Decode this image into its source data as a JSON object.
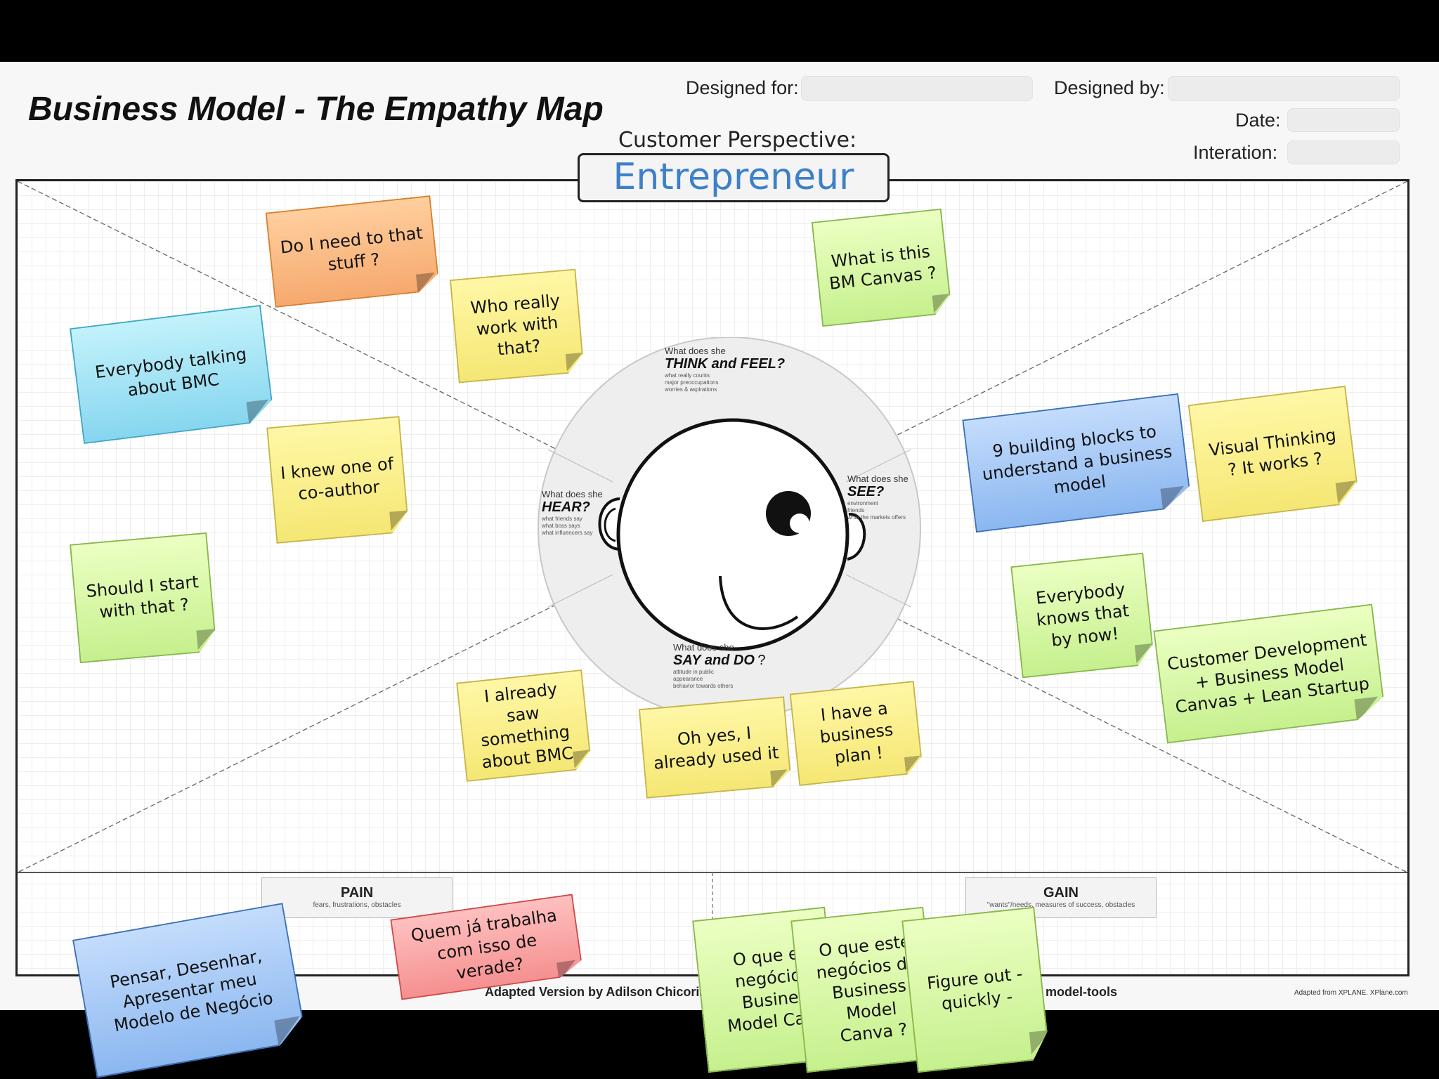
{
  "header": {
    "title": "Business Model - The Empathy Map",
    "designed_for_label": "Designed for:",
    "designed_by_label": "Designed by:",
    "date_label": "Date:",
    "iteration_label": "Interation:",
    "perspective_label": "Customer Perspective:",
    "perspective_value": "Entrepreneur"
  },
  "sections": {
    "think": {
      "pre": "What does she",
      "title": "THINK and FEEL?",
      "sub": [
        "what really counts",
        "major preoccupations",
        "worries & aspirations"
      ]
    },
    "hear": {
      "pre": "What does she",
      "title": "HEAR?",
      "sub": [
        "what friends say",
        "what boss says",
        "what influencers say"
      ]
    },
    "see": {
      "pre": "What does she",
      "title": "SEE?",
      "sub": [
        "environment",
        "friends",
        "what the markets offers"
      ]
    },
    "say": {
      "pre": "What does she",
      "title": "SAY and DO",
      "q": "?",
      "sub": [
        "attitude in public",
        "appearance",
        "behavior towards others"
      ]
    }
  },
  "pain": {
    "title": "PAIN",
    "sub": "fears, frustrations, obstacles"
  },
  "gain": {
    "title": "GAIN",
    "sub": "\"wants\"/needs, measures of success, obstacles"
  },
  "footer": {
    "adapted": "Adapted Version by Adilson Chicoria",
    "tools": "model-tools",
    "credit": "Adapted from XPLANE. XPlane.com"
  },
  "notes": [
    {
      "text": "Do I need to that stuff ?",
      "color": "orange"
    },
    {
      "text": "Who really work with that?",
      "color": "yellow"
    },
    {
      "text": "What is this BM Canvas ?",
      "color": "green"
    },
    {
      "text": "Everybody talking about BMC",
      "color": "cyan"
    },
    {
      "text": "I knew one of co-author",
      "color": "yellow"
    },
    {
      "text": "9 building blocks to understand a business model",
      "color": "blue"
    },
    {
      "text": "Visual Thinking ? It works ?",
      "color": "yellow"
    },
    {
      "text": "Should I start with that ?",
      "color": "green"
    },
    {
      "text": "Everybody knows that by now!",
      "color": "green"
    },
    {
      "text": "Customer Development + Business Model Canvas + Lean Startup",
      "color": "green"
    },
    {
      "text": "I already saw something about BMC",
      "color": "yellow"
    },
    {
      "text": "Oh yes, I already used it",
      "color": "yellow"
    },
    {
      "text": "I have a business plan !",
      "color": "yellow"
    },
    {
      "text": "Pensar, Desenhar, Apresentar meu Modelo de Negócio",
      "color": "blue"
    },
    {
      "text": "Quem já trabalha com isso de verade?",
      "color": "red"
    },
    {
      "text": "O que es negócios Busines Model Car ?",
      "color": "green"
    },
    {
      "text": "O que este negócios de Business Model Canva ?",
      "color": "green"
    },
    {
      "text": "Figure out - quickly -",
      "color": "green"
    }
  ]
}
